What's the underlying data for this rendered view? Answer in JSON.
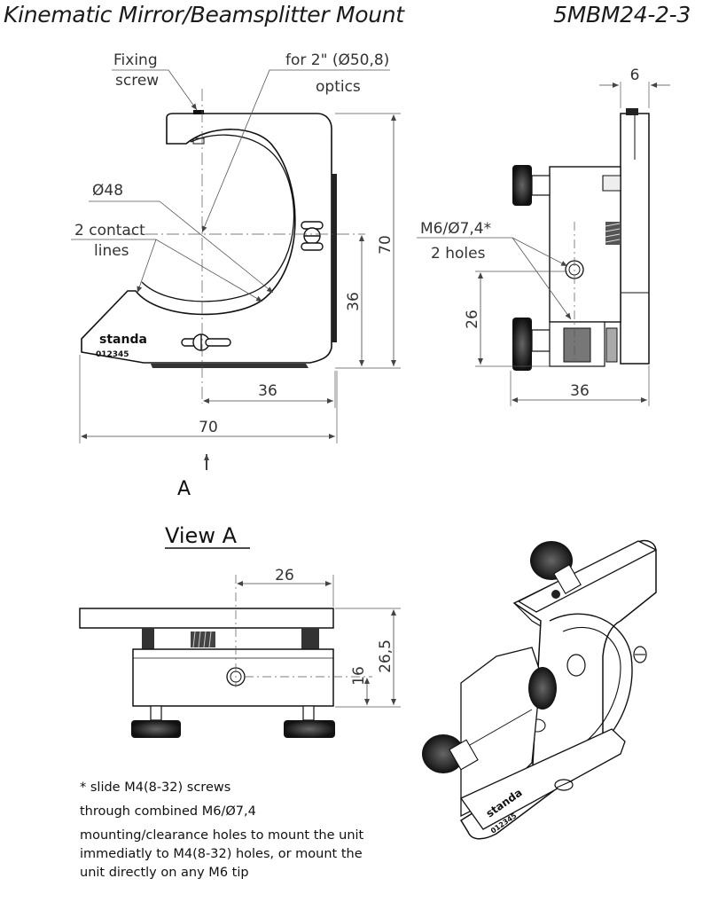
{
  "header": {
    "title": "Kinematic Mirror/Beamsplitter Mount",
    "model": "5MBM24-2-3"
  },
  "front_view": {
    "callouts": {
      "fixing_screw_1": "Fixing",
      "fixing_screw_2": "screw",
      "optics_1": "for 2\" (Ø50,8)",
      "optics_2": "optics",
      "diameter": "Ø48",
      "contact_1": "2 contact",
      "contact_2": "lines"
    },
    "engraving": {
      "brand": "standa",
      "serial": "012345"
    },
    "dims": {
      "height": "70",
      "center_height": "36",
      "center_offset": "36",
      "width": "70"
    },
    "view_arrow_label": "A"
  },
  "side_view": {
    "callouts": {
      "holes_1": "M6/Ø7,4*",
      "holes_2": "2 holes"
    },
    "dims": {
      "plate_thickness": "6",
      "hole_height": "26",
      "depth": "36"
    }
  },
  "view_a": {
    "title": "View A",
    "dims": {
      "hole_offset": "26",
      "hole_height": "16",
      "total_height": "26,5"
    }
  },
  "iso_view": {
    "engraving": {
      "brand": "standa",
      "serial": "012345"
    }
  },
  "notes": {
    "line1": "* slide M4(8-32) screws",
    "line2": "through combined M6/Ø7,4",
    "line3": "mounting/clearance holes to mount the unit immediatly to M4(8-32) holes, or mount the unit directly on any M6 tip"
  }
}
